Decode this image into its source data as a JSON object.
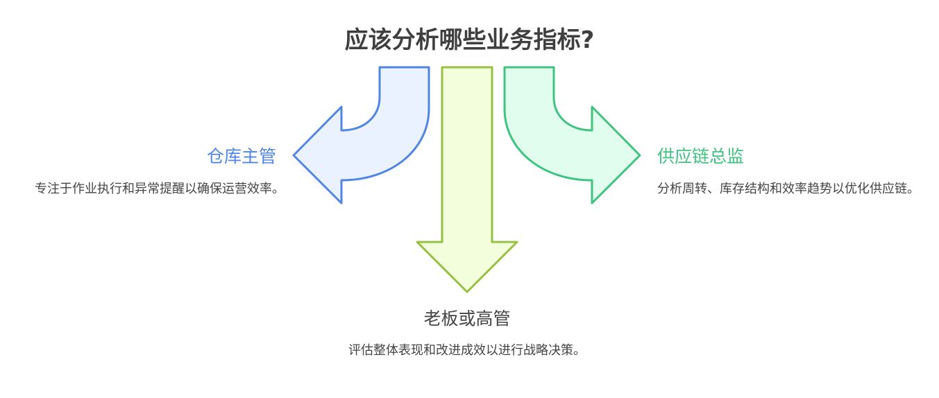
{
  "title": "应该分析哪些业务指标?",
  "colors": {
    "blue_stroke": "#4f86e6",
    "blue_fill": "#ebf2ff",
    "lime_stroke": "#96c03f",
    "lime_fill": "#f2fedc",
    "green_stroke": "#3fc380",
    "green_fill": "#e1fdee"
  },
  "branches": [
    {
      "label": "仓库主管",
      "description": "专注于作业执行和异常提醒以确保运营效率。"
    },
    {
      "label": "老板或高管",
      "description": "评估整体表现和改进成效以进行战略决策。"
    },
    {
      "label": "供应链总监",
      "description": "分析周转、库存结构和效率趋势以优化供应链。"
    }
  ]
}
